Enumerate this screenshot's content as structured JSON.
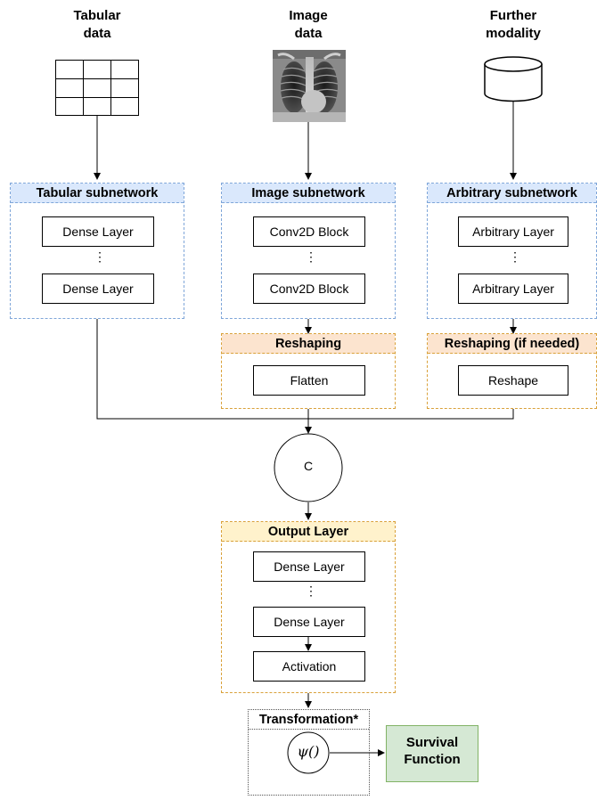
{
  "inputs": {
    "tabular": {
      "line1": "Tabular",
      "line2": "data",
      "icon": "table-grid-icon"
    },
    "image": {
      "line1": "Image",
      "line2": "data",
      "icon": "chest-xray-image"
    },
    "further": {
      "line1": "Further",
      "line2": "modality",
      "icon": "database-cylinder-icon"
    }
  },
  "tabular_subnetwork": {
    "title": "Tabular subnetwork",
    "layer_top": "Dense Layer",
    "layer_bottom": "Dense Layer",
    "dots": "⋮"
  },
  "image_subnetwork": {
    "title": "Image subnetwork",
    "layer_top": "Conv2D Block",
    "layer_bottom": "Conv2D Block",
    "dots": "⋮"
  },
  "arbitrary_subnetwork": {
    "title": "Arbitrary subnetwork",
    "layer_top": "Arbitrary Layer",
    "layer_bottom": "Arbitrary Layer",
    "dots": "⋮"
  },
  "reshaping_image": {
    "title": "Reshaping",
    "layer": "Flatten"
  },
  "reshaping_arbitrary": {
    "title": "Reshaping (if needed)",
    "layer": "Reshape"
  },
  "concat": {
    "label": "C"
  },
  "output_layer": {
    "title": "Output Layer",
    "layer_top": "Dense Layer",
    "layer_bottom": "Dense Layer",
    "activation": "Activation",
    "dots": "⋮"
  },
  "transformation": {
    "title": "Transformation*",
    "function": "ψ()"
  },
  "survival": {
    "line1": "Survival",
    "line2": "Function"
  },
  "colors": {
    "blue_fill": "#dae8fc",
    "blue_border": "#7fa6d9",
    "peach_fill": "#fce4cf",
    "yellow_fill": "#fff2cc",
    "orange_border": "#d9a13a",
    "green_fill": "#d5e8d4",
    "green_border": "#82b366"
  }
}
